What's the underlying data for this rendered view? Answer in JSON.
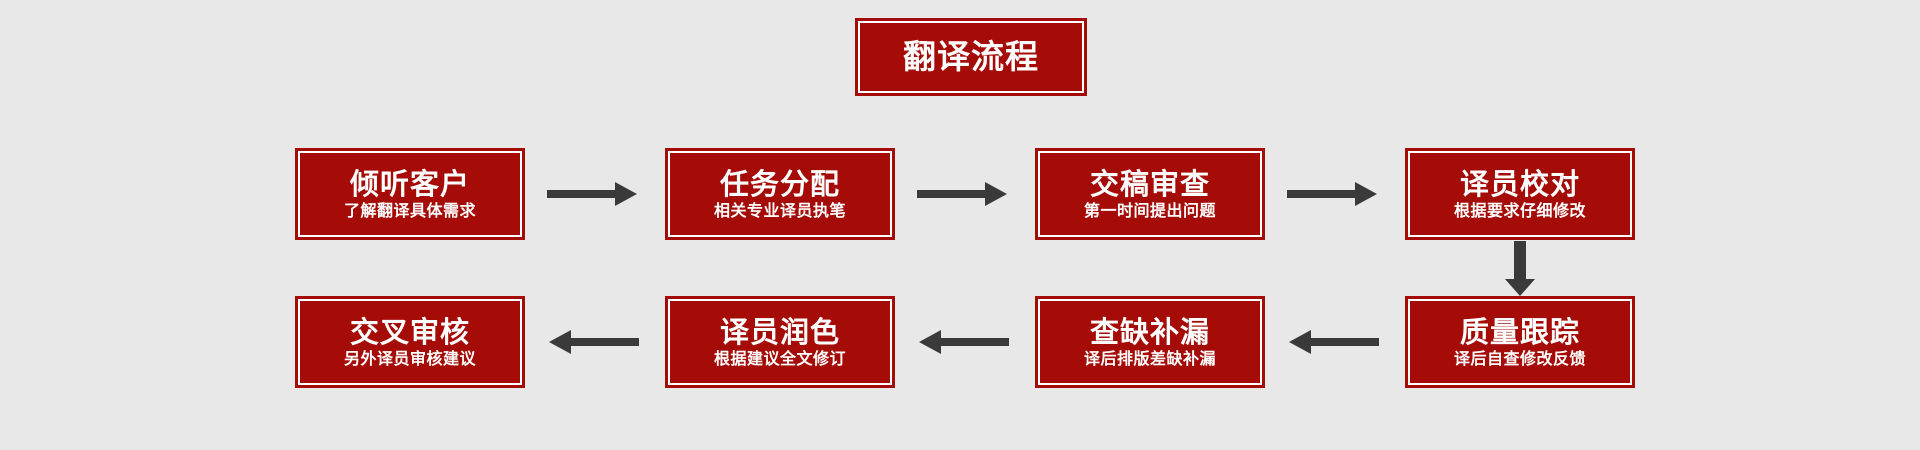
{
  "theme": {
    "background": "#e8e8e8",
    "box_fill": "#a50c08",
    "box_border": "#a50c08",
    "inner_outline": "#ffffff",
    "text_color": "#ffffff",
    "arrow_color": "#3a3a3a"
  },
  "diagram": {
    "title": "翻译流程",
    "row1": [
      {
        "title": "倾听客户",
        "subtitle": "了解翻译具体需求"
      },
      {
        "title": "任务分配",
        "subtitle": "相关专业译员执笔"
      },
      {
        "title": "交稿审查",
        "subtitle": "第一时间提出问题"
      },
      {
        "title": "译员校对",
        "subtitle": "根据要求仔细修改"
      }
    ],
    "row2": [
      {
        "title": "交叉审核",
        "subtitle": "另外译员审核建议"
      },
      {
        "title": "译员润色",
        "subtitle": "根据建议全文修订"
      },
      {
        "title": "查缺补漏",
        "subtitle": "译后排版差缺补漏"
      },
      {
        "title": "质量跟踪",
        "subtitle": "译后自查修改反馈"
      }
    ],
    "arrows": {
      "right": "arrow-right-icon",
      "left": "arrow-left-icon",
      "down": "arrow-down-icon"
    }
  }
}
